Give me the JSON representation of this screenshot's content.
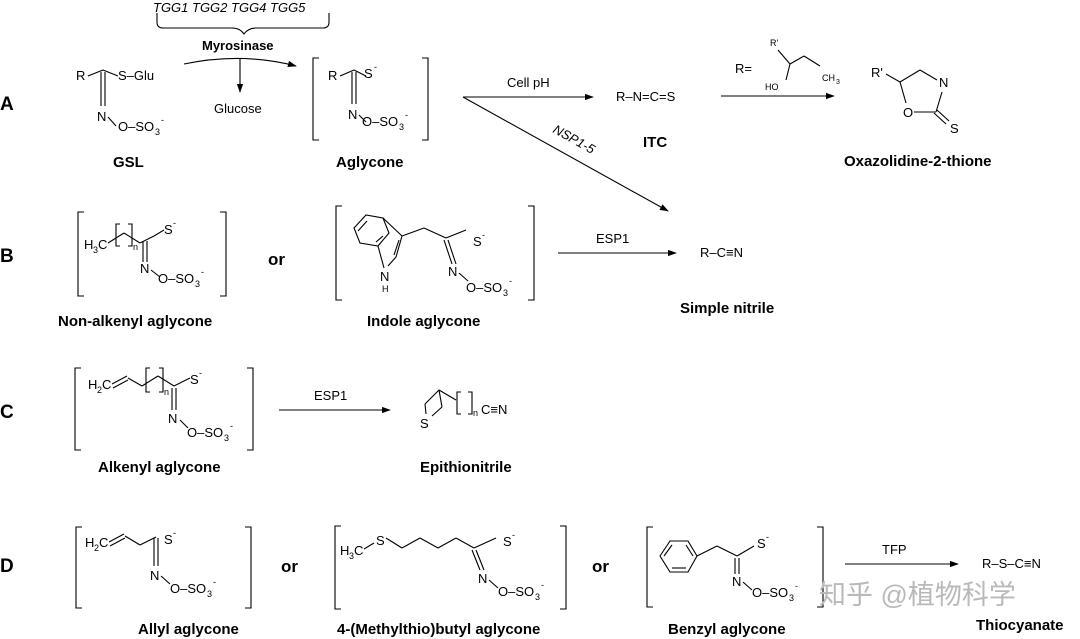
{
  "row_labels": [
    "A",
    "B",
    "C",
    "D"
  ],
  "genes": "TGG1 TGG2 TGG4 TGG5",
  "enzyme": "Myrosinase",
  "byproduct": "Glucose",
  "conditions": {
    "cell_ph": "Cell pH",
    "nsp": "NSP1-5",
    "esp1_b": "ESP1",
    "esp1_c": "ESP1",
    "tfp": "TFP",
    "r_def": "R="
  },
  "conjunction": "or",
  "names": {
    "gsl": "GSL",
    "aglycone": "Aglycone",
    "itc": "ITC",
    "oxazolidine": "Oxazolidine-2-thione",
    "non_alkenyl": "Non-alkenyl aglycone",
    "indole": "Indole aglycone",
    "simple_nitrile": "Simple nitrile",
    "alkenyl": "Alkenyl aglycone",
    "epithionitrile": "Epithionitrile",
    "allyl": "Allyl aglycone",
    "methylthiobutyl": "4-(Methylthio)butyl aglycone",
    "benzyl": "Benzyl aglycone",
    "thiocyanate": "Thiocyanate"
  },
  "formulas": {
    "itc": "R–N=C=S",
    "simple_nitrile": "R–C≡N",
    "thiocyanate": "R–S–C≡N",
    "nitrile_end": "C≡N"
  },
  "watermark": "知乎 @植物科学"
}
